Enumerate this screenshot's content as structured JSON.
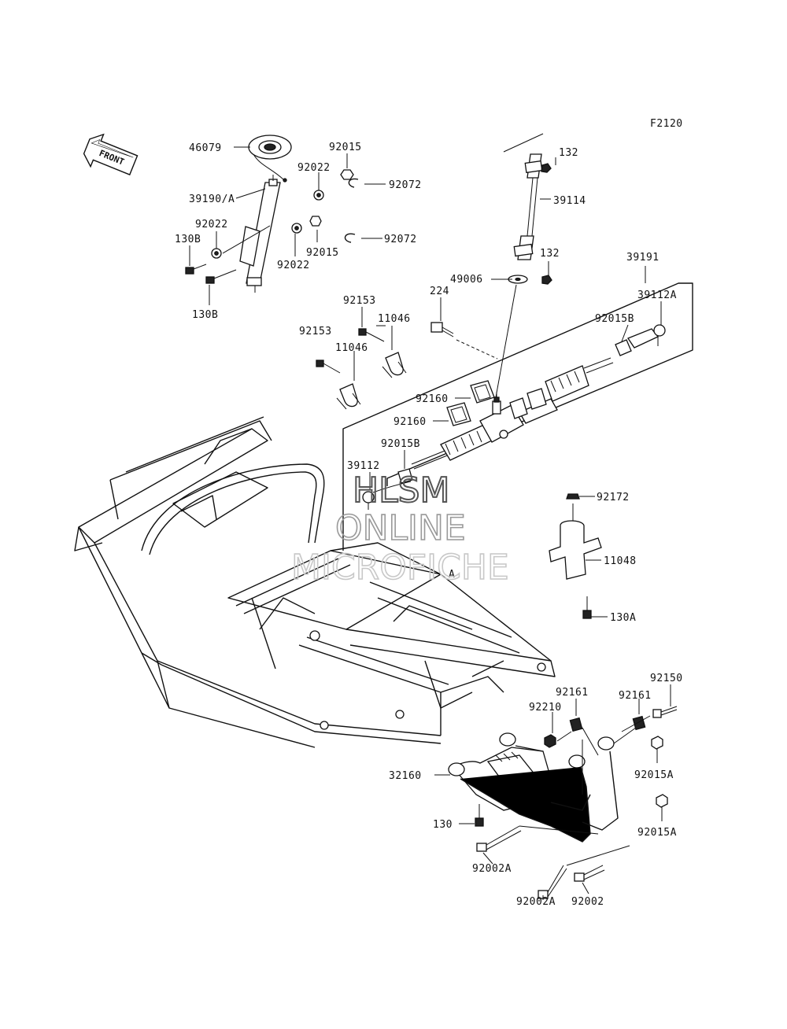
{
  "figure_code": "F2120",
  "front_arrow_text": "FRONT",
  "watermark": {
    "line1": "HLSM",
    "line2": "ONLINE",
    "line3": "MICROFICHE"
  },
  "frame_marker": "A",
  "labels": {
    "p46079": "46079",
    "p92015_top": "92015",
    "p92022_top": "92022",
    "p39190A": "39190/A",
    "p92072_a": "92072",
    "p92022_left": "92022",
    "p92072_b": "92072",
    "p130B_top": "130B",
    "p92015_mid": "92015",
    "p92022_bot": "92022",
    "p130B_bot": "130B",
    "p132_top": "132",
    "p39114": "39114",
    "p132_bot": "132",
    "p39191": "39191",
    "p49006": "49006",
    "p39112A": "39112A",
    "p224": "224",
    "p92153_a": "92153",
    "p11046_a": "11046",
    "p92015B_r": "92015B",
    "p92153_b": "92153",
    "p11046_b": "11046",
    "p92160_a": "92160",
    "p92160_b": "92160",
    "p92015B_l": "92015B",
    "p39112": "39112",
    "p92172": "92172",
    "p11048": "11048",
    "p130A": "130A",
    "p92150": "92150",
    "p92161_a": "92161",
    "p92161_b": "92161",
    "p92210": "92210",
    "p92015A_a": "92015A",
    "p32160": "32160",
    "p130": "130",
    "p92015A_b": "92015A",
    "p92002A_a": "92002A",
    "p92002A_b": "92002A",
    "p92002": "92002"
  }
}
